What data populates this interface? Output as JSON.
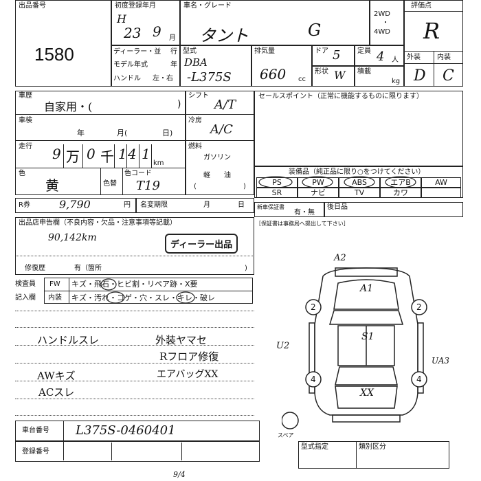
{
  "header": {
    "lot_label": "出品番号",
    "lot_number": "1580",
    "reg_label": "初度登録年月",
    "reg_era": "H",
    "reg_year": "23",
    "reg_month": "9",
    "reg_month_unit": "月",
    "name_label": "車名・グレード",
    "car_name": "タント",
    "grade": "G",
    "drive_2wd": "2WD",
    "drive_dot": "・",
    "drive_4wd": "4WD",
    "eval_label": "評価点",
    "eval_score": "R",
    "ext_label": "外装",
    "int_label": "内装",
    "ext_score": "D",
    "int_score": "C"
  },
  "spec": {
    "dealer_label": "ディーラー・並",
    "dealer_unit": "行",
    "model_year_label": "モデル年式",
    "model_year_unit": "年",
    "handle_label": "ハンドル",
    "handle_options": "左・右",
    "type_label": "型式",
    "type_value1": "DBA",
    "type_value2": "-L375S",
    "disp_label": "排気量",
    "disp_value": "660",
    "disp_unit": "cc",
    "door_label": "ドア",
    "door_value": "5",
    "cap_label": "定員",
    "cap_value": "4",
    "cap_unit": "人",
    "shape_label": "形状",
    "shape_value": "W",
    "load_label": "積載",
    "load_unit": "kg"
  },
  "history": {
    "label": "車歴",
    "value": "自家用・(",
    "close": ")",
    "shift_label": "シフト",
    "shift_value": "A/T",
    "sales_label": "セールスポイント（正常に機能するものに限ります）"
  },
  "inspection": {
    "label": "車検",
    "year": "年",
    "month": "月(",
    "day": "日)",
    "ac_label": "冷房",
    "ac_value": "A/C"
  },
  "mileage": {
    "label": "走行",
    "d1": "9",
    "u1": "万",
    "d2": "0",
    "u2": "千",
    "d3": "1",
    "d4": "4",
    "d5": "1",
    "unit": "km",
    "fuel_label": "燃料",
    "fuel_gas": "ガソリン",
    "fuel_light": "軽",
    "fuel_oil": "油",
    "fuel_open": "(",
    "fuel_close": ")"
  },
  "color": {
    "label": "色",
    "value": "黄",
    "change_label": "色替",
    "code_label": "色コード",
    "code_value": "T19"
  },
  "equipment": {
    "label": "装備品（純正品に限り○をつけてください）",
    "row1": [
      "PS",
      "PW",
      "ABS",
      "エアB",
      "AW"
    ],
    "row2": [
      "SR",
      "ナビ",
      "TV",
      "カワ",
      ""
    ]
  },
  "recycle": {
    "label": "R券",
    "value": "9,790",
    "unit": "円",
    "period_label": "名変期限",
    "month": "月",
    "day": "日"
  },
  "warranty": {
    "label": "新車保証書",
    "options": "有・無",
    "later_label": "後日品",
    "note": "［保証書は事務局へ提出して下さい］"
  },
  "report": {
    "label": "出品店申告欄（不良内容・欠品・注意事項等記載）",
    "handwritten": "90,142km",
    "dealer_stamp": "ディーラー出品",
    "repair_label": "修復歴",
    "repair_options": "有（箇所"
  },
  "inspector": {
    "label1": "検査員",
    "label2": "記入欄",
    "fw_label": "FW",
    "fw_items": "キズ・飛石・ヒビ割・リペア跡・X要",
    "int_label": "内装",
    "int_items": "キズ・汚れ・コゲ・穴・スレ・キレ・破レ"
  },
  "notes": {
    "n1": "ハンドルスレ",
    "n2": "AWキズ",
    "n3": "ACスレ",
    "n4": "外装ヤマセ",
    "n5": "Rフロア修復",
    "n6": "エアバッグXX"
  },
  "diagram": {
    "a2": "A2",
    "a1": "A1",
    "s1": "S1",
    "u2": "U2",
    "ua3": "UA3",
    "xx": "XX",
    "w_fl": "2",
    "w_fr": "2",
    "w_rl": "4",
    "w_rr": "4",
    "spare_label": "スペア"
  },
  "footer": {
    "chassis_label": "車台番号",
    "chassis_value": "L375S-0460401",
    "reg_label": "登録番号",
    "type_spec_label": "型式指定",
    "class_label": "類別区分",
    "bottom_scribble": "9/4"
  }
}
